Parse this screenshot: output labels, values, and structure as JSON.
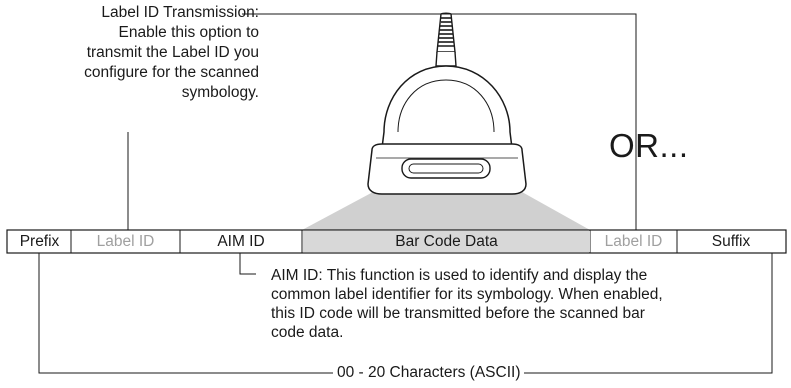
{
  "annotations": {
    "label_id_transmission": {
      "title": "Label ID Transmission:",
      "line2": "Enable this option to",
      "line3": "transmit the Label ID you",
      "line4": "configure for the scanned",
      "line5": "symbology."
    },
    "or_text": "OR...",
    "aim_id_description": {
      "line1": "AIM ID: This function is used to identify and display the",
      "line2": "common label identifier for its symbology. When enabled,",
      "line3": "this ID code will be transmitted before the scanned bar",
      "line4": "code data."
    },
    "range": "00 - 20 Characters (ASCII)"
  },
  "data_string": {
    "segments": [
      {
        "label": "Prefix",
        "style": "normal"
      },
      {
        "label": "Label ID",
        "style": "gray"
      },
      {
        "label": "AIM ID",
        "style": "normal"
      },
      {
        "label": "Bar Code Data",
        "style": "shaded"
      },
      {
        "label": "Label ID",
        "style": "gray"
      },
      {
        "label": "Suffix",
        "style": "normal"
      }
    ]
  },
  "colors": {
    "line": "#1a1a1a",
    "gray_text": "#a0a0a0",
    "bar_code_fill": "#d8d8d8",
    "beam_fill": "#d0d0d0"
  }
}
